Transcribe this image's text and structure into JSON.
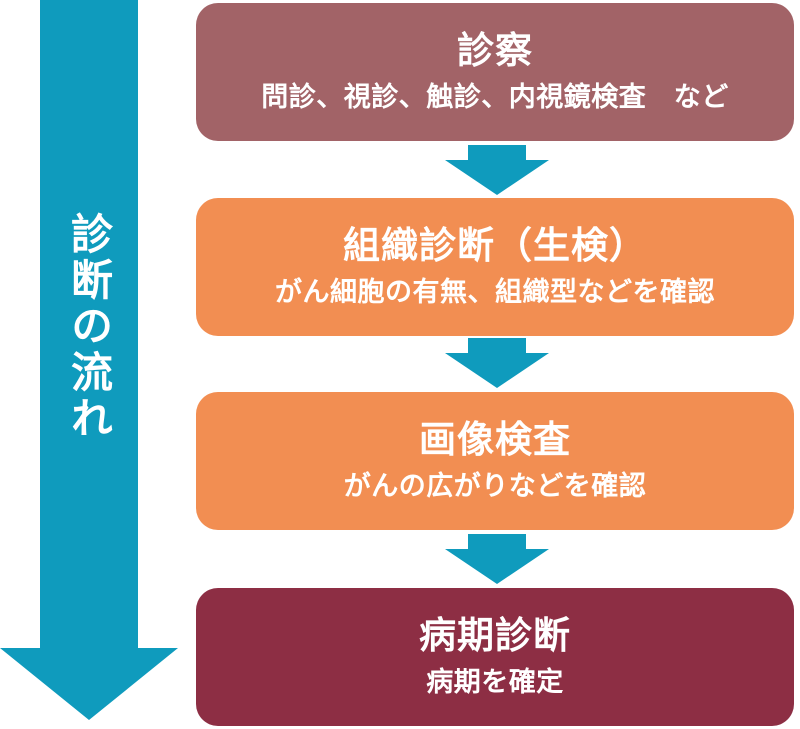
{
  "diagram": {
    "flow_label": "診断の流れ",
    "arrow_color": "#0f9bbd",
    "text_color": "#ffffff",
    "steps": [
      {
        "title": "診察",
        "subtitle": "問診、視診、触診、内視鏡検査　など",
        "color": "#a26367"
      },
      {
        "title": "組織診断（生検）",
        "subtitle": "がん細胞の有無、組織型などを確認",
        "color": "#f28e52"
      },
      {
        "title": "画像検査",
        "subtitle": "がんの広がりなどを確認",
        "color": "#f28e52"
      },
      {
        "title": "病期診断",
        "subtitle": "病期を確定",
        "color": "#8d2e44"
      }
    ]
  }
}
